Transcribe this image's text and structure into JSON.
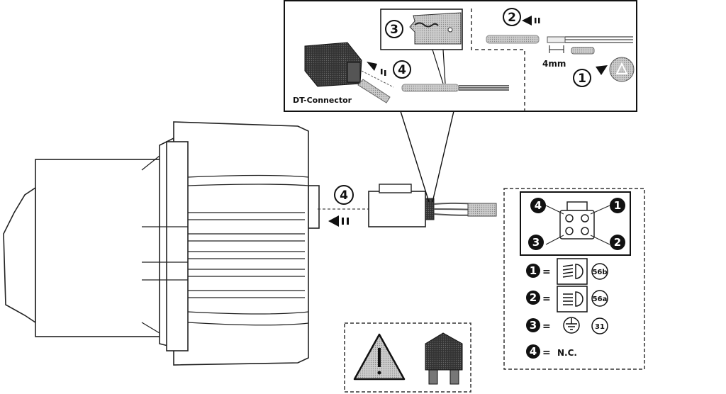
{
  "inset": {
    "step_1": "1",
    "step_2": "2",
    "step_3": "3",
    "step_4": "4",
    "strip_length": "4mm",
    "connector_label": "DT-Connector"
  },
  "main": {
    "step_4": "4"
  },
  "pinout": {
    "pins": [
      {
        "num": "1",
        "symbol": "high-beam-icon",
        "terminal": "56b"
      },
      {
        "num": "2",
        "symbol": "low-beam-icon",
        "terminal": "56a"
      },
      {
        "num": "3",
        "symbol": "ground-icon",
        "terminal": "31"
      },
      {
        "num": "4",
        "symbol": "",
        "terminal": "N.C."
      }
    ],
    "equals": "="
  },
  "warning": {
    "icons": [
      "warning-triangle-icon",
      "fuse-icon"
    ]
  }
}
